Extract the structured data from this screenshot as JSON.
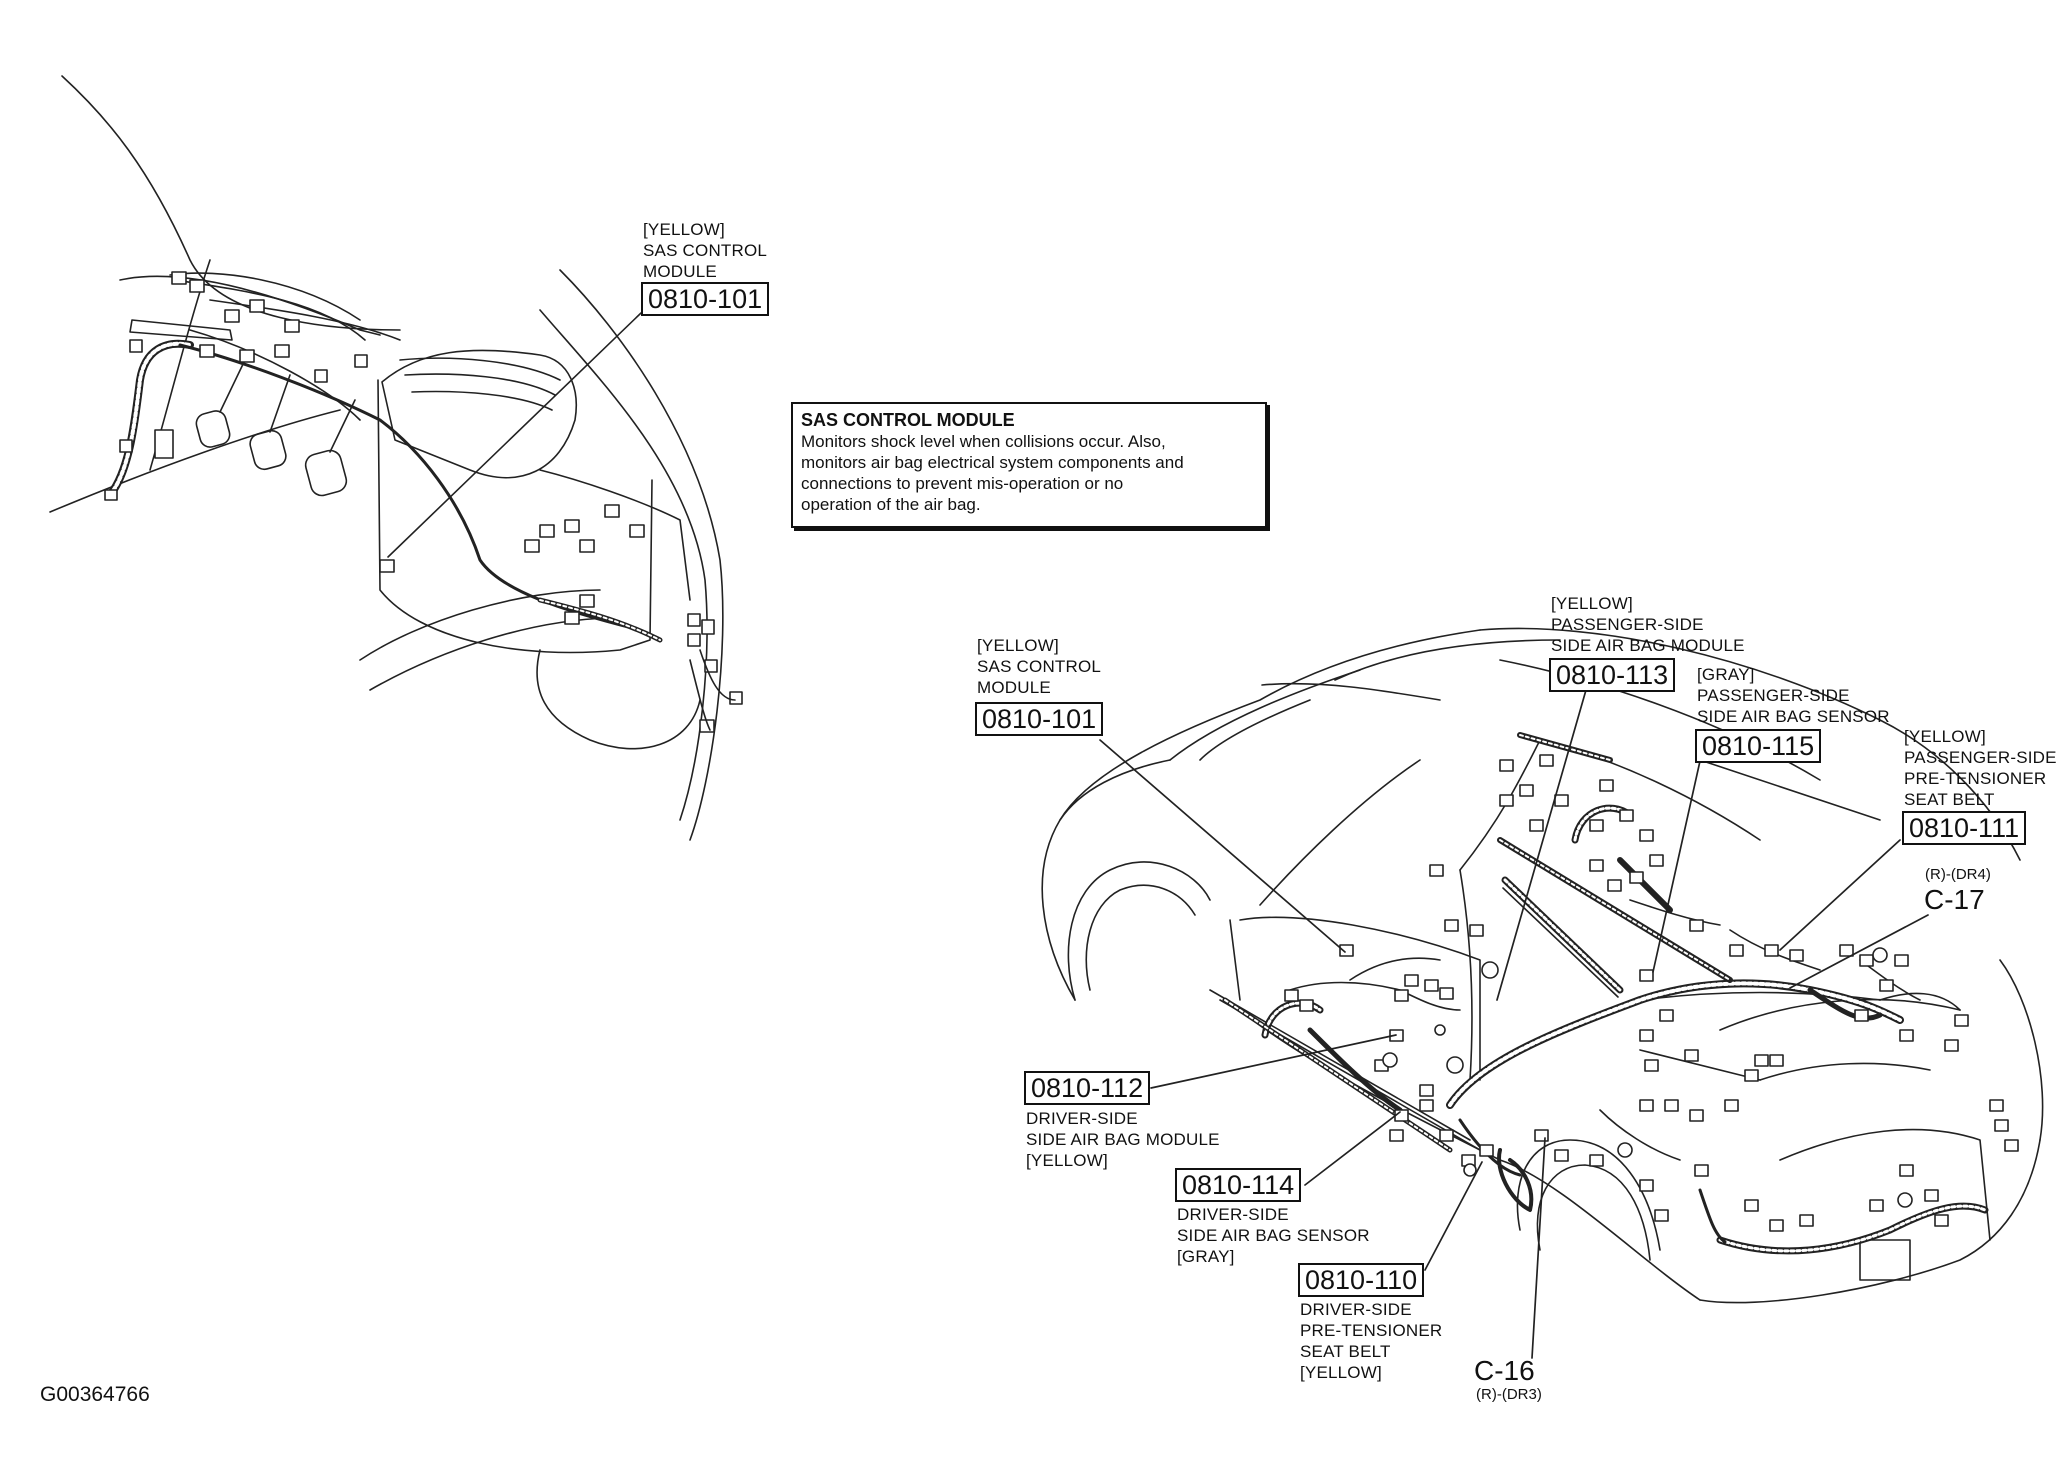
{
  "figure_id": "G00364766",
  "info_box": {
    "title": "SAS CONTROL MODULE",
    "body": "Monitors shock level when collisions occur. Also,\nmonitors air bag electrical system components and\nconnections to prevent mis-operation or no\noperation of the air bag."
  },
  "dash_view": {
    "sas_module": {
      "color": "[YELLOW]",
      "name_1": "SAS CONTROL",
      "name_2": "MODULE",
      "code": "0810-101"
    }
  },
  "vehicle_view": {
    "sas_module": {
      "color": "[YELLOW]",
      "name_1": "SAS CONTROL",
      "name_2": "MODULE",
      "code": "0810-101"
    },
    "pass_airbag_module": {
      "color": "[YELLOW]",
      "name_1": "PASSENGER-SIDE",
      "name_2": "SIDE AIR BAG MODULE",
      "code": "0810-113"
    },
    "pass_airbag_sensor": {
      "color": "[GRAY]",
      "name_1": "PASSENGER-SIDE",
      "name_2": "SIDE AIR BAG SENSOR",
      "code": "0810-115"
    },
    "pass_pretensioner": {
      "color": "[YELLOW]",
      "name_1": "PASSENGER-SIDE",
      "name_2": "PRE-TENSIONER",
      "name_3": "SEAT BELT",
      "code": "0810-111"
    },
    "c17": {
      "sub": "(R)-(DR4)",
      "code": "C-17"
    },
    "driver_airbag_module": {
      "code": "0810-112",
      "name_1": "DRIVER-SIDE",
      "name_2": "SIDE AIR BAG MODULE",
      "color": "[YELLOW]"
    },
    "driver_airbag_sensor": {
      "code": "0810-114",
      "name_1": "DRIVER-SIDE",
      "name_2": "SIDE AIR BAG SENSOR",
      "color": "[GRAY]"
    },
    "driver_pretensioner": {
      "code": "0810-110",
      "name_1": "DRIVER-SIDE",
      "name_2": "PRE-TENSIONER",
      "name_3": "SEAT BELT",
      "color": "[YELLOW]"
    },
    "c16": {
      "code": "C-16",
      "sub": "(R)-(DR3)"
    }
  }
}
